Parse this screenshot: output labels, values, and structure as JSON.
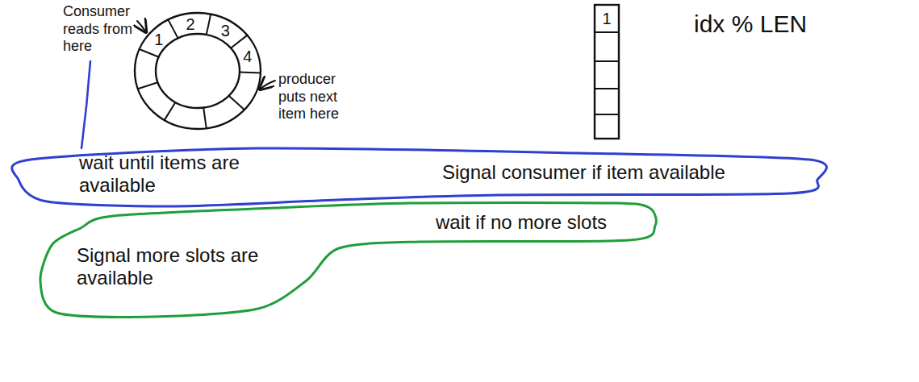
{
  "diagram": {
    "nodes": [
      {
        "text": [
          "wait until items are available",
          "Signal consumer if item available"
        ]
      },
      {
        "text": [
          "wait if no more slots",
          "Signal more slots are available"
        ]
      }
    ],
    "labels": [
      "Consumer reads from here",
      "1",
      "2",
      "3",
      "4",
      "producer puts next item here",
      "1",
      "idx % LEN"
    ]
  }
}
